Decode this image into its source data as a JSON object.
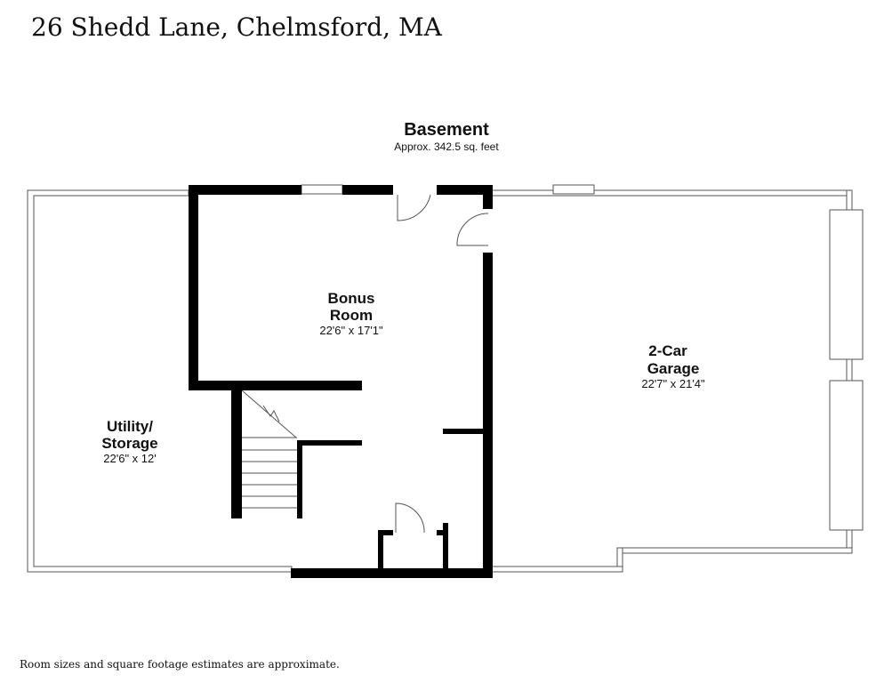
{
  "title": "26 Shedd Lane, Chelmsford, MA",
  "floor": {
    "name": "Basement",
    "area": "Approx. 342.5 sq. feet"
  },
  "rooms": [
    {
      "id": "bonus",
      "name_lines": [
        "Bonus",
        "Room"
      ],
      "dimensions": "22'6\" x 17'1\""
    },
    {
      "id": "garage",
      "name_lines": [
        "2-Car",
        "Garage"
      ],
      "dimensions": "22'7\" x 21'4\""
    },
    {
      "id": "utility",
      "name_lines": [
        "Utility/",
        "Storage"
      ],
      "dimensions": "22'6\" x 12'"
    }
  ],
  "footer": "Room sizes and square footage estimates are approximate."
}
